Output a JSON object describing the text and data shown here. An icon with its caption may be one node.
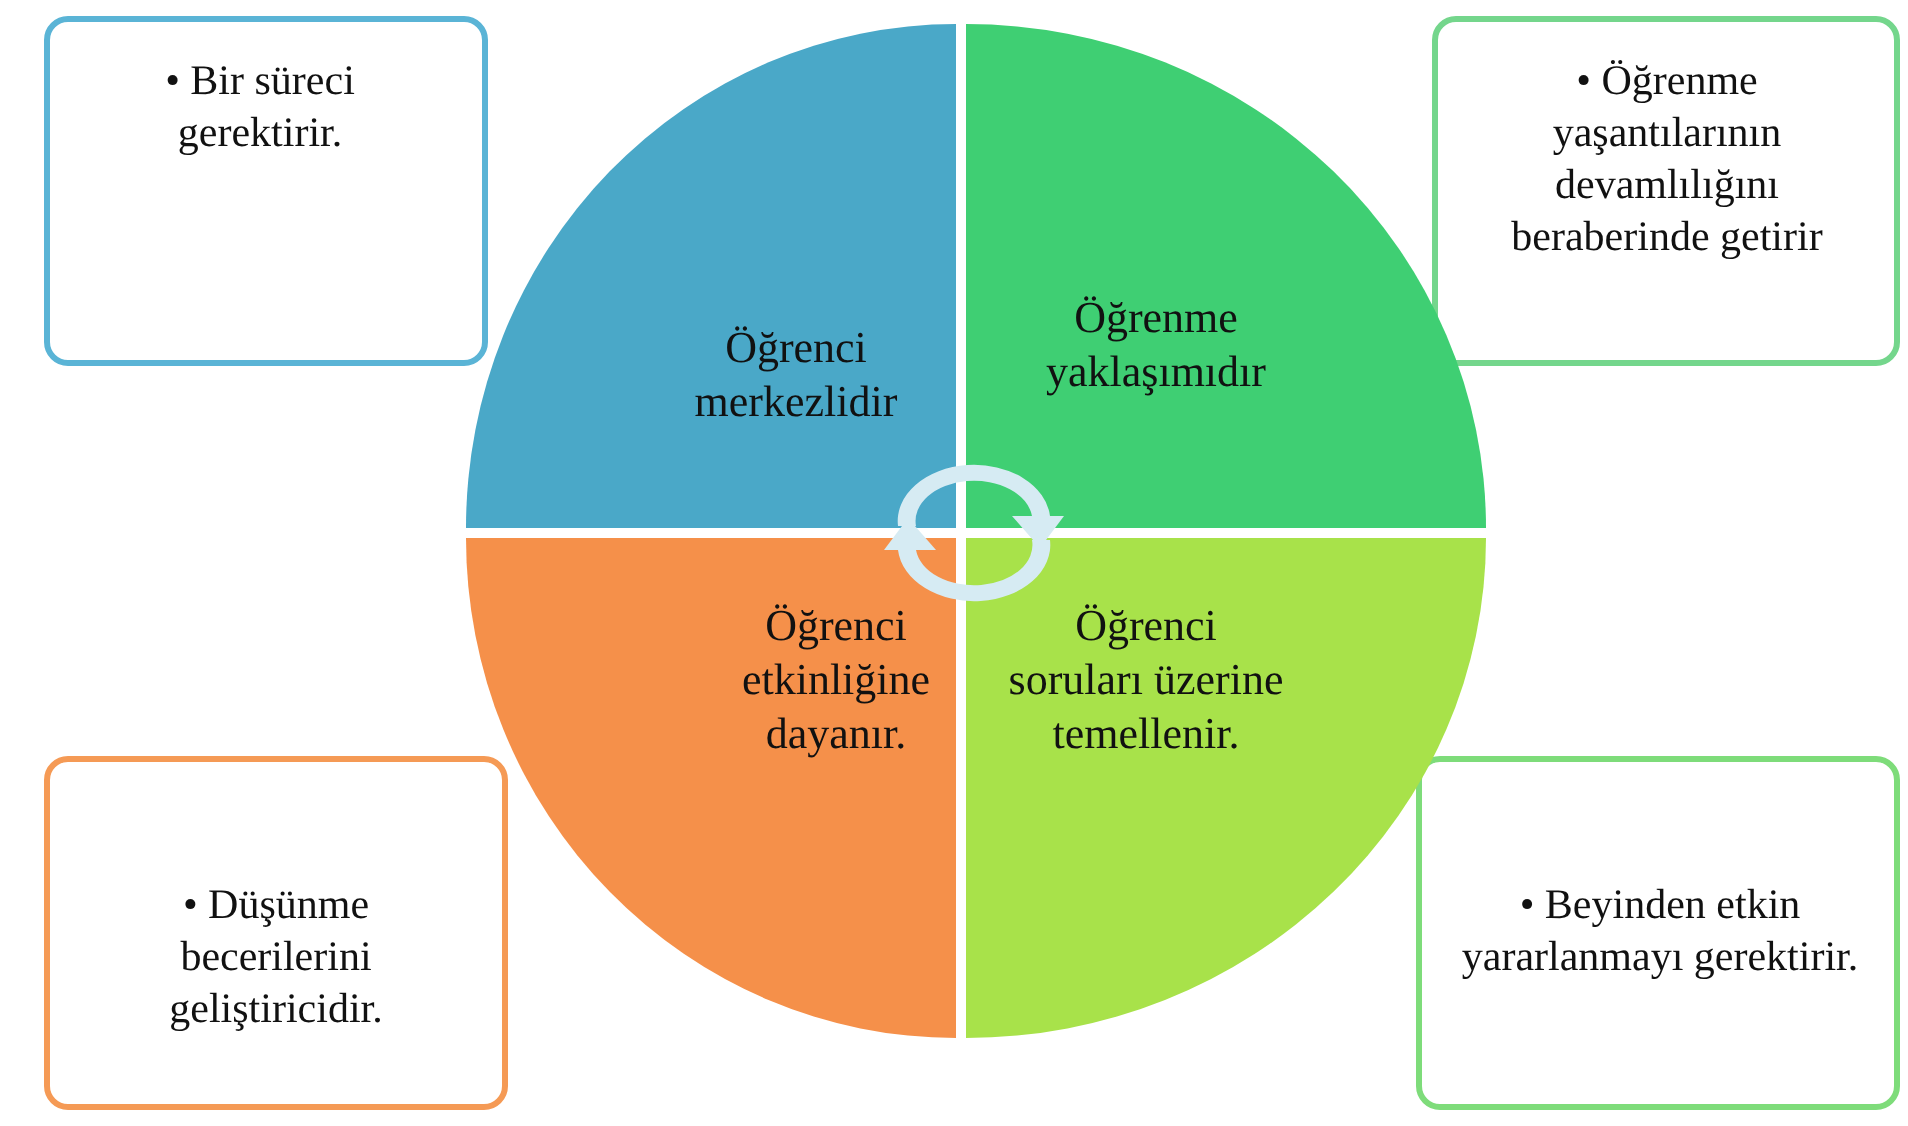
{
  "diagram": {
    "nodes": [
      {
        "text": [
          "• Bir süreci gerektirir."
        ]
      },
      {
        "text": [
          "• Öğrenme yaşantılarının devamlılığını beraberinde getirir"
        ]
      },
      {
        "text": [
          "Öğrenci merkezlidir"
        ]
      },
      {
        "text": [
          "Öğrenme yaklaşımıdır"
        ]
      },
      {
        "text": [
          "Öğrenci etkinliğine dayanır."
        ]
      },
      {
        "text": [
          "Öğrenci soruları üzerine temellenir."
        ]
      },
      {
        "text": [
          "• Düşünme becerilerini geliştiricidir."
        ]
      },
      {
        "text": [
          "• Beyinden etkin yararlanmayı gerektirir."
        ]
      }
    ]
  }
}
